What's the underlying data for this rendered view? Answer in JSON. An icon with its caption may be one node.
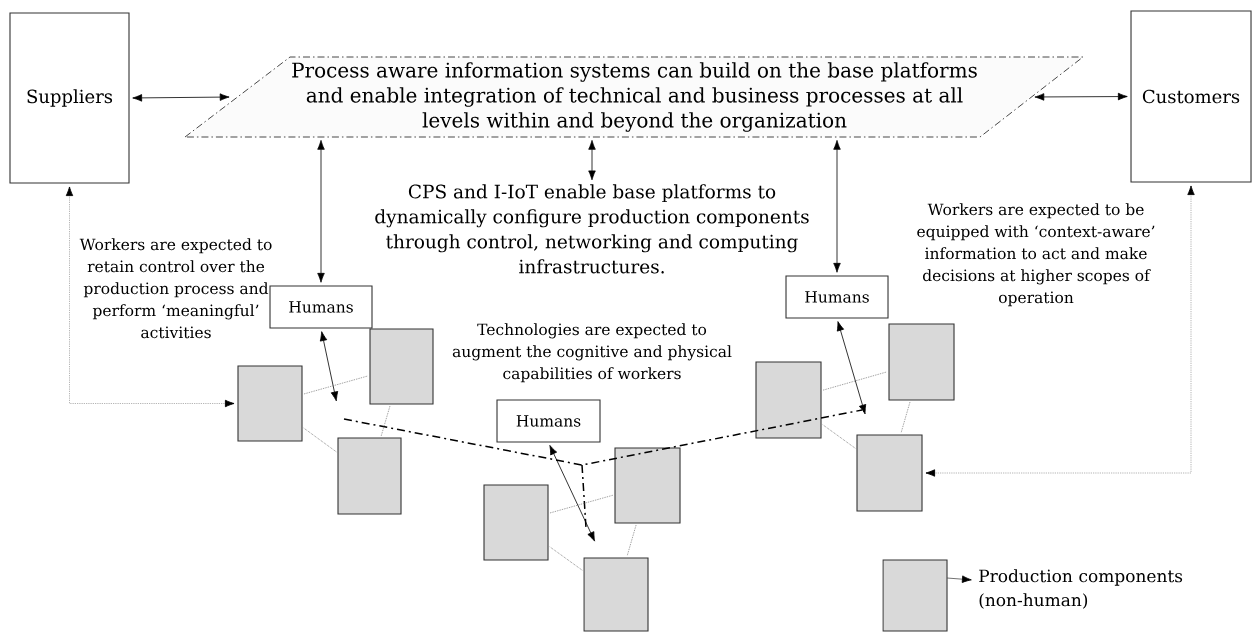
{
  "diagram": {
    "nodes": [
      {
        "text": [
          "Suppliers"
        ]
      },
      {
        "text": [
          "Process aware information systems can build on the base platforms and enable integration of technical and business processes at all levels within and beyond the organization"
        ]
      },
      {
        "text": [
          "Customers"
        ]
      },
      {
        "text": [
          "CPS and I-IoT enable base platforms to dynamically configure production components through control, networking and computing infrastructures."
        ]
      },
      {
        "text": [
          "Humans"
        ]
      },
      {
        "text": [
          "Humans"
        ]
      },
      {
        "text": [
          "Humans"
        ]
      },
      {
        "text": [],
        "shape": "box"
      },
      {
        "text": [],
        "shape": "box"
      },
      {
        "text": [],
        "shape": "box"
      },
      {
        "text": [],
        "shape": "box"
      },
      {
        "text": [],
        "shape": "box"
      },
      {
        "text": [],
        "shape": "box"
      },
      {
        "text": [],
        "shape": "box"
      },
      {
        "text": [],
        "shape": "box"
      },
      {
        "text": [],
        "shape": "box"
      }
    ],
    "edges": [
      {
        "from": 0,
        "to": 1,
        "arrow": "both",
        "color": "#000000"
      },
      {
        "from": 1,
        "to": 2,
        "arrow": "both",
        "color": "#000000"
      },
      {
        "from": 1,
        "to": 3,
        "arrow": "both",
        "color": "#000000"
      },
      {
        "from": 1,
        "to": 4,
        "arrow": "both",
        "color": "#000000"
      },
      {
        "from": 1,
        "to": 5,
        "arrow": "both",
        "color": "#000000"
      },
      {
        "from": 4,
        "to": null,
        "arrow": "both",
        "color": "#000000"
      },
      {
        "from": 5,
        "to": null,
        "arrow": "both",
        "color": "#000000"
      },
      {
        "from": 6,
        "to": null,
        "arrow": "both",
        "color": "#000000"
      },
      {
        "from": 7,
        "to": 0,
        "arrow": "both",
        "style": "dashed",
        "color": "#999999"
      },
      {
        "from": 14,
        "to": 2,
        "arrow": "both",
        "style": "dashed",
        "color": "#999999"
      },
      {
        "from": 7,
        "to": 9,
        "arrow": "none",
        "style": "dashed",
        "color": "#777777"
      },
      {
        "from": 9,
        "to": 8,
        "arrow": "none",
        "style": "dashed",
        "color": "#777777"
      },
      {
        "from": 8,
        "to": 7,
        "arrow": "none",
        "style": "dashed",
        "color": "#777777"
      },
      {
        "from": 10,
        "to": 12,
        "arrow": "none",
        "style": "dashed",
        "color": "#777777"
      },
      {
        "from": 12,
        "to": 11,
        "arrow": "none",
        "style": "dashed",
        "color": "#777777"
      },
      {
        "from": 11,
        "to": 10,
        "arrow": "none",
        "style": "dashed",
        "color": "#777777"
      },
      {
        "from": 13,
        "to": 15,
        "arrow": "none",
        "style": "dashed",
        "color": "#777777"
      },
      {
        "from": 15,
        "to": 14,
        "arrow": "none",
        "style": "dashed",
        "color": "#777777"
      },
      {
        "from": 14,
        "to": 13,
        "arrow": "none",
        "style": "dashed",
        "color": "#777777"
      }
    ],
    "labels": [
      "Workers are expected to retain control over the production process and perform ‘meaningful’ activities",
      "Workers are expected to be equipped with ‘context-aware’ information to act and make decisions at higher scopes of operation",
      "Technologies are expected to augment the cognitive and physical capabilities of workers"
    ],
    "legend": [
      {
        "text": "Production components (non-human)"
      }
    ]
  }
}
